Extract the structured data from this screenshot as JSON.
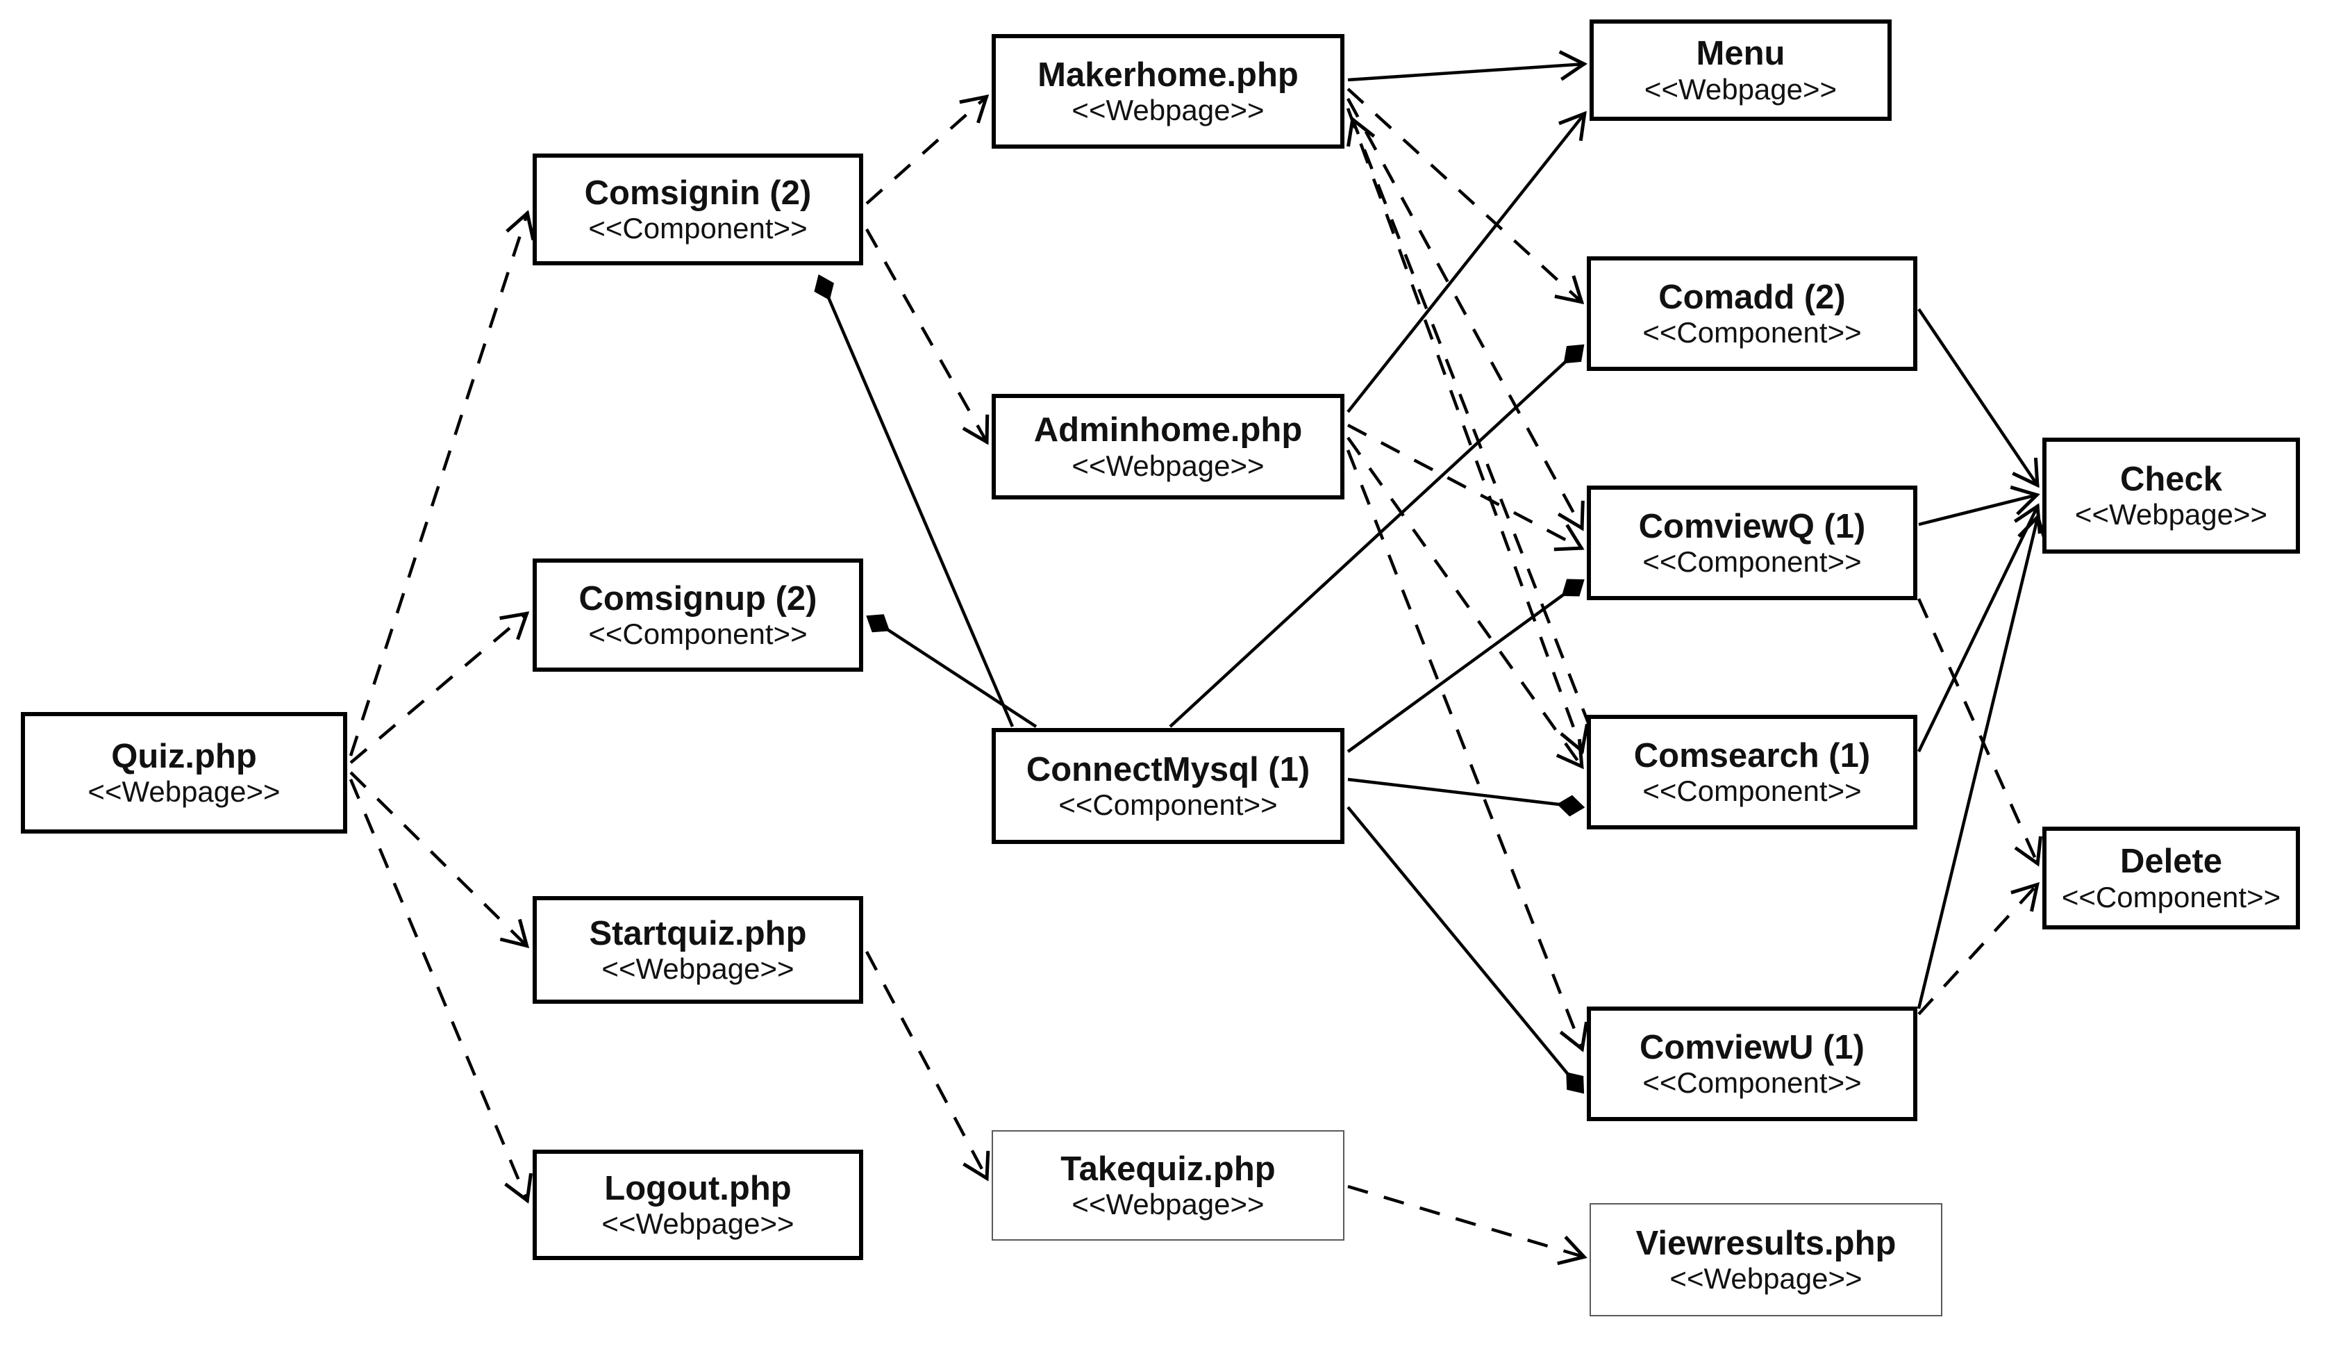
{
  "diagram": {
    "title": "PHP quiz system component diagram",
    "colors": {
      "line": "#000000",
      "box_border": "#000000",
      "background": "#ffffff",
      "text": "#111111"
    },
    "nodes": {
      "quiz": {
        "title": "Quiz.php",
        "stereotype": "<<Webpage>>"
      },
      "comsignin": {
        "title": "Comsignin (2)",
        "stereotype": "<<Component>>"
      },
      "comsignup": {
        "title": "Comsignup (2)",
        "stereotype": "<<Component>>"
      },
      "startquiz": {
        "title": "Startquiz.php",
        "stereotype": "<<Webpage>>"
      },
      "logout": {
        "title": "Logout.php",
        "stereotype": "<<Webpage>>"
      },
      "makerhome": {
        "title": "Makerhome.php",
        "stereotype": "<<Webpage>>"
      },
      "adminhome": {
        "title": "Adminhome.php",
        "stereotype": "<<Webpage>>"
      },
      "connectmysql": {
        "title": "ConnectMysql (1)",
        "stereotype": "<<Component>>"
      },
      "takequiz": {
        "title": "Takequiz.php",
        "stereotype": "<<Webpage>>"
      },
      "menu": {
        "title": "Menu",
        "stereotype": "<<Webpage>>"
      },
      "comadd": {
        "title": "Comadd (2)",
        "stereotype": "<<Component>>"
      },
      "comviewq": {
        "title": "ComviewQ (1)",
        "stereotype": "<<Component>>"
      },
      "comsearch": {
        "title": "Comsearch (1)",
        "stereotype": "<<Component>>"
      },
      "comviewu": {
        "title": "ComviewU (1)",
        "stereotype": "<<Component>>"
      },
      "check": {
        "title": "Check",
        "stereotype": "<<Webpage>>"
      },
      "delete": {
        "title": "Delete",
        "stereotype": "<<Component>>"
      },
      "viewresults": {
        "title": "Viewresults.php",
        "stereotype": "<<Webpage>>"
      }
    },
    "relationships": [
      {
        "from": "Quiz.php",
        "to": "Comsignin",
        "type": "dashed-dependency-arrow"
      },
      {
        "from": "Quiz.php",
        "to": "Comsignup",
        "type": "dashed-dependency-arrow"
      },
      {
        "from": "Quiz.php",
        "to": "Startquiz.php",
        "type": "dashed-dependency-arrow"
      },
      {
        "from": "Quiz.php",
        "to": "Logout.php",
        "type": "dashed-dependency-arrow"
      },
      {
        "from": "Comsignin",
        "to": "Makerhome.php",
        "type": "dashed-dependency-arrow"
      },
      {
        "from": "Comsignin",
        "to": "Adminhome.php",
        "type": "dashed-dependency-arrow"
      },
      {
        "from": "Startquiz.php",
        "to": "Takequiz.php",
        "type": "dashed-dependency-arrow"
      },
      {
        "from": "Takequiz.php",
        "to": "Viewresults.php",
        "type": "dashed-dependency-arrow"
      },
      {
        "from": "Makerhome.php",
        "to": "Comadd",
        "type": "dashed-dependency-arrow"
      },
      {
        "from": "Makerhome.php",
        "to": "ComviewQ",
        "type": "dashed-dependency-arrow"
      },
      {
        "from": "Makerhome.php",
        "to": "Comsearch",
        "type": "dashed-dependency-arrow"
      },
      {
        "from": "Comsearch",
        "to": "Makerhome.php",
        "type": "dashed-dependency-arrow"
      },
      {
        "from": "Adminhome.php",
        "to": "ComviewQ",
        "type": "dashed-dependency-arrow"
      },
      {
        "from": "Adminhome.php",
        "to": "Comsearch",
        "type": "dashed-dependency-arrow"
      },
      {
        "from": "Adminhome.php",
        "to": "ComviewU",
        "type": "dashed-dependency-arrow"
      },
      {
        "from": "ComviewQ",
        "to": "Delete",
        "type": "dashed-dependency-arrow"
      },
      {
        "from": "ComviewU",
        "to": "Delete",
        "type": "dashed-dependency-arrow"
      },
      {
        "from": "Makerhome.php",
        "to": "Menu",
        "type": "solid-arrow"
      },
      {
        "from": "Adminhome.php",
        "to": "Menu",
        "type": "solid-arrow"
      },
      {
        "from": "Comadd",
        "to": "Check",
        "type": "solid-arrow"
      },
      {
        "from": "ComviewQ",
        "to": "Check",
        "type": "solid-arrow"
      },
      {
        "from": "Comsearch",
        "to": "Check",
        "type": "solid-arrow"
      },
      {
        "from": "ComviewU",
        "to": "Check",
        "type": "solid-arrow"
      },
      {
        "from": "ConnectMysql",
        "to": "Comsignin",
        "type": "solid-filled-diamond"
      },
      {
        "from": "ConnectMysql",
        "to": "Comsignup",
        "type": "solid-filled-diamond"
      },
      {
        "from": "ConnectMysql",
        "to": "Comadd",
        "type": "solid-filled-diamond"
      },
      {
        "from": "ConnectMysql",
        "to": "ComviewQ",
        "type": "solid-filled-diamond"
      },
      {
        "from": "ConnectMysql",
        "to": "Comsearch",
        "type": "solid-filled-diamond"
      },
      {
        "from": "ConnectMysql",
        "to": "ComviewU",
        "type": "solid-filled-diamond"
      }
    ]
  }
}
